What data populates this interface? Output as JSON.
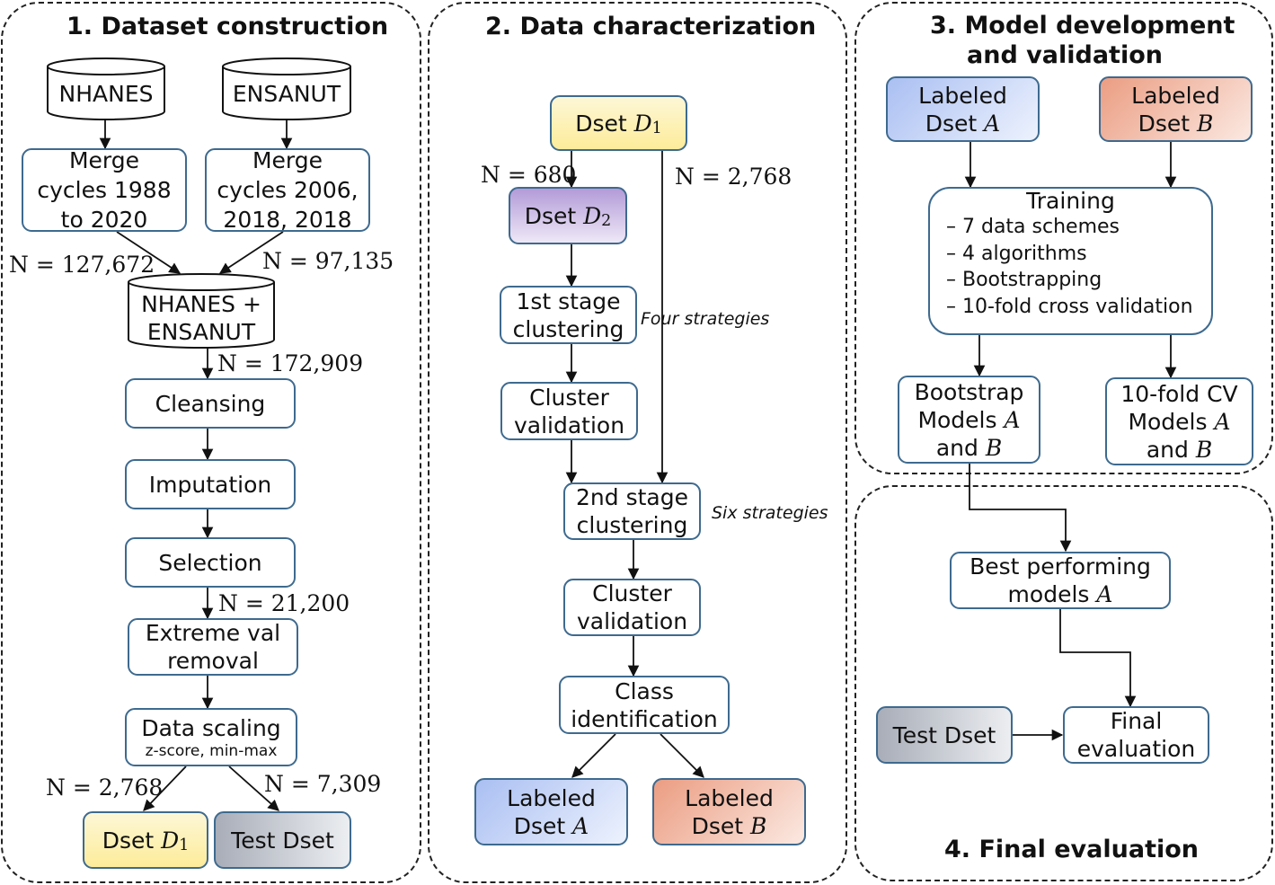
{
  "panels": {
    "p1_title": "1. Dataset construction",
    "p2_title": "2. Data characterization",
    "p3_title_line1": "3. Model development",
    "p3_title_line2": "and validation",
    "p4_title": "4. Final evaluation"
  },
  "p1": {
    "nhanes": "NHANES",
    "ensanut": "ENSANUT",
    "merge1": [
      "Merge",
      "cycles 1988",
      "to 2020"
    ],
    "merge2": [
      "Merge",
      "cycles 2006,",
      "2018, 2018"
    ],
    "n_left": "N = 127,672",
    "n_right": "N = 97,135",
    "combined": [
      "NHANES +",
      "ENSANUT"
    ],
    "n_combined": "N = 172,909",
    "cleansing": "Cleansing",
    "imputation": "Imputation",
    "selection": "Selection",
    "n_selection": "N = 21,200",
    "extreme": [
      "Extreme val",
      "removal"
    ],
    "scaling": "Data scaling",
    "scaling_sub": "z-score, min-max",
    "n_d1": "N = 2,768",
    "n_test": "N = 7,309",
    "dset_word": "Dset",
    "d_var": "D",
    "d1_sub": "1",
    "test_dset": "Test Dset"
  },
  "p2": {
    "dset_word": "Dset",
    "d_var": "D",
    "d1_sub": "1",
    "d2_sub": "2",
    "n_680": "N = 680",
    "n_2768": "N = 2,768",
    "stage1": [
      "1st stage",
      "clustering"
    ],
    "four": "Four strategies",
    "validation1": [
      "Cluster",
      "validation"
    ],
    "stage2": [
      "2nd stage",
      "clustering"
    ],
    "six": "Six strategies",
    "validation2": [
      "Cluster",
      "validation"
    ],
    "class_id": [
      "Class",
      "identification"
    ],
    "labeled": "Labeled",
    "dset_a": "Dset",
    "var_a": "A",
    "var_b": "B"
  },
  "p3": {
    "labeled": "Labeled",
    "dset": "Dset",
    "var_a": "A",
    "var_b": "B",
    "training_title": "Training",
    "training_items": [
      "– 7 data schemes",
      "– 4 algorithms",
      "– Bootstrapping",
      "– 10-fold cross validation"
    ],
    "bootstrap": [
      "Bootstrap",
      "Models",
      "and"
    ],
    "cv": [
      "10-fold CV",
      "Models",
      "and"
    ]
  },
  "p4": {
    "best": [
      "Best performing",
      "models"
    ],
    "var_a": "A",
    "test_dset": "Test Dset",
    "final": [
      "Final",
      "evaluation"
    ]
  },
  "colors": {
    "box_border": "#3e6a8f",
    "yellow": "#fdec9a",
    "purple": "#b39bd8",
    "blue": "#aabff2",
    "salmon": "#eb9d82",
    "grey": "#a8adb8"
  }
}
